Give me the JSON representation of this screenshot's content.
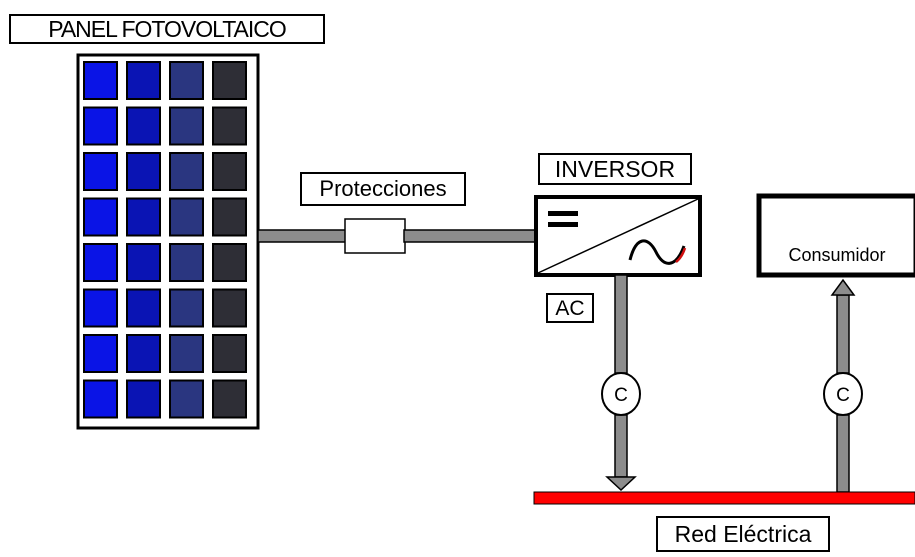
{
  "panel": {
    "title": "PANEL FOTOVOLTAICO",
    "rows": 8,
    "cols": 4,
    "cell_colors": [
      "#0a14e6",
      "#0a14b4",
      "#2a3680",
      "#2e2e36"
    ]
  },
  "protecciones": {
    "label": "Protecciones"
  },
  "inversor": {
    "title": "INVERSOR",
    "output_label": "AC"
  },
  "consumidor": {
    "label": "Consumidor"
  },
  "meters": {
    "generation_label": "C",
    "consumption_label": "C"
  },
  "grid": {
    "label": "Red Eléctrica",
    "color": "#ff0000"
  },
  "colors": {
    "cable": "#8c8c8c"
  }
}
